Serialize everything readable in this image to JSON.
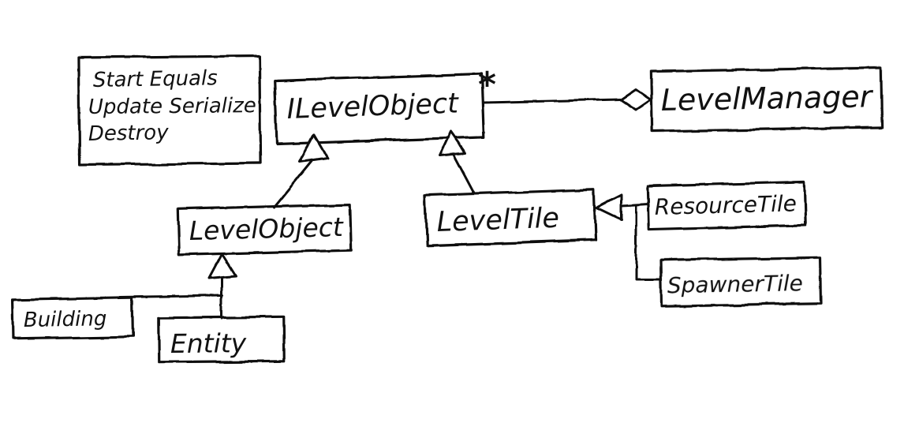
{
  "diagram": {
    "kind": "hand-drawn-uml-class-diagram",
    "ink_color": "#111111",
    "background_color": "#ffffff",
    "nodes": {
      "methods_note": {
        "lines": {
          "l1": "Start  Equals",
          "l2": "Update Serialize",
          "l3": "Destroy"
        }
      },
      "ilevelobject": {
        "label": "ILevelObject"
      },
      "levelmanager": {
        "label": "LevelManager"
      },
      "levelobject": {
        "label": "LevelObject"
      },
      "leveltile": {
        "label": "LevelTile"
      },
      "resourcetile": {
        "label": "ResourceTile"
      },
      "spawnertile": {
        "label": "SpawnerTile"
      },
      "building": {
        "label": "Building"
      },
      "entity": {
        "label": "Entity"
      }
    },
    "edges": [
      {
        "from": "ilevelobject",
        "to": "levelmanager",
        "type": "aggregation",
        "multiplicity": "*"
      },
      {
        "from": "levelobject",
        "to": "ilevelobject",
        "type": "inheritance"
      },
      {
        "from": "leveltile",
        "to": "ilevelobject",
        "type": "inheritance"
      },
      {
        "from": "resourcetile",
        "to": "leveltile",
        "type": "inheritance"
      },
      {
        "from": "spawnertile",
        "to": "leveltile",
        "type": "inheritance"
      },
      {
        "from": "building",
        "to": "levelobject",
        "type": "inheritance"
      },
      {
        "from": "entity",
        "to": "levelobject",
        "type": "inheritance"
      }
    ]
  }
}
